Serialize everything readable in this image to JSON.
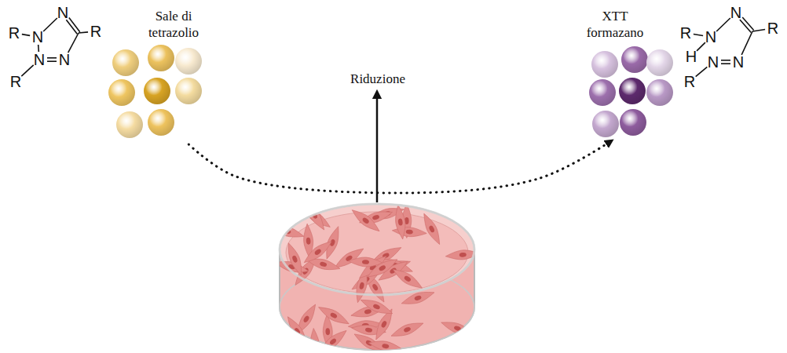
{
  "diagram": {
    "nodes": [
      {
        "text": [
          "Sale di tetrazolio"
        ]
      },
      {
        "text": [
          "XTT formazano"
        ]
      }
    ],
    "edges": [
      {
        "from": 0,
        "to": 1,
        "arrow": "to"
      }
    ],
    "labels": [
      "N",
      "R",
      "N",
      "R",
      "N",
      "N",
      "R",
      "Riduzione",
      "N",
      "R",
      "N",
      "R",
      "H",
      "N",
      "N",
      "R"
    ]
  }
}
